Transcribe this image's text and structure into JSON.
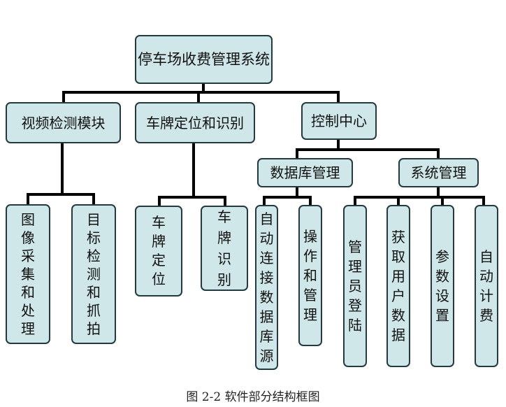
{
  "diagram": {
    "root": "停车场收费管理系统",
    "level1": {
      "video": "视频检测模块",
      "plate": "车牌定位和识别",
      "control": "控制中心"
    },
    "level2": {
      "database": "数据库管理",
      "system": "系统管理"
    },
    "leaves": {
      "image_capture": "图像采集和处理",
      "target_detect": "目标检测和抓拍",
      "plate_locate": "车牌定位",
      "plate_recognize": "车牌识别",
      "auto_connect": "自动连接数据库源",
      "operate_manage": "操作和管理",
      "admin_login": "管理员登陆",
      "get_user_data": "获取用户数据",
      "param_settings": "参数设置",
      "auto_billing": "自动计费"
    }
  },
  "caption": "图 2-2 软件部分结构框图",
  "colors": {
    "node_fill": "#cfe7e8",
    "node_border": "#223a40",
    "connector": "#000000"
  }
}
